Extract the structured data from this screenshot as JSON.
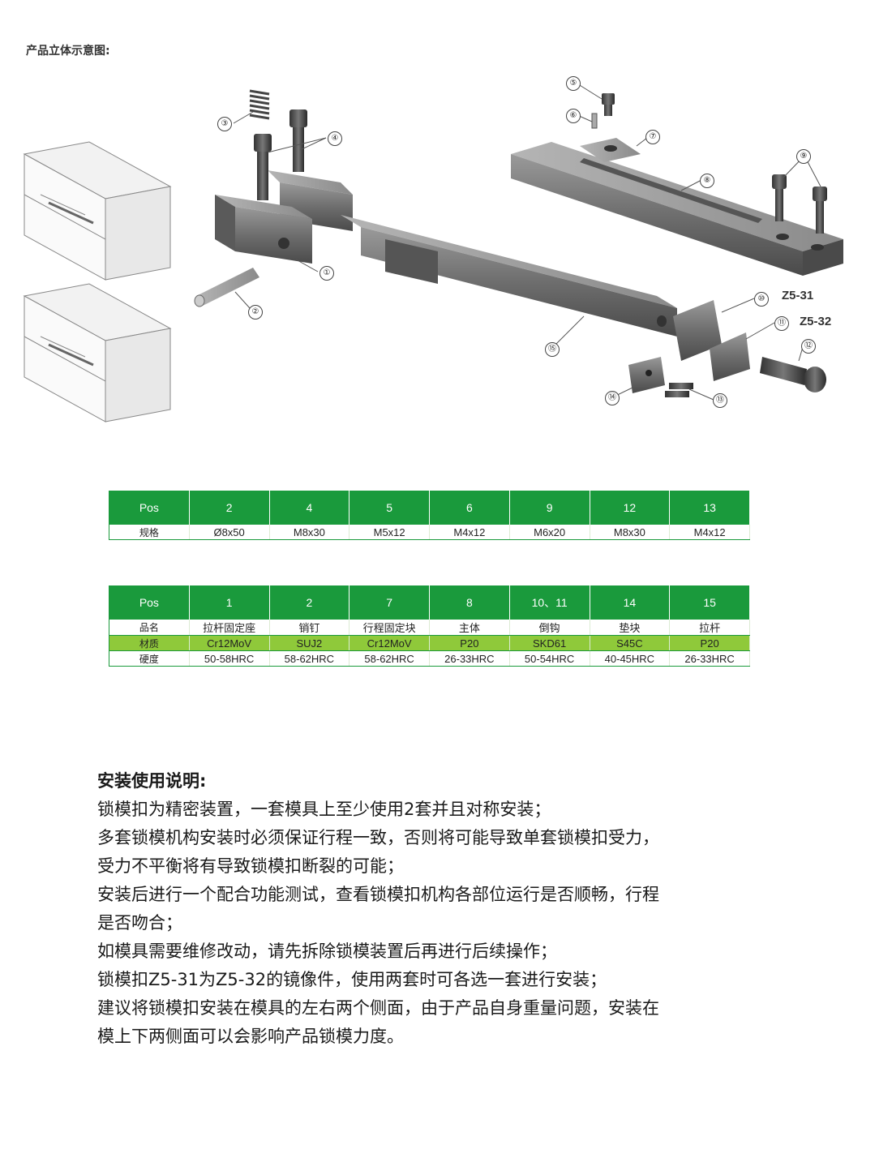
{
  "section_title": "产品立体示意图:",
  "figure": {
    "callouts": [
      "①",
      "②",
      "③",
      "④",
      "⑤",
      "⑥",
      "⑦",
      "⑧",
      "⑨",
      "⑩",
      "⑪",
      "⑫",
      "⑬",
      "⑭",
      "⑮"
    ],
    "model_a": "Z5-31",
    "model_b": "Z5-32"
  },
  "table1": {
    "header": [
      "Pos",
      "2",
      "4",
      "5",
      "6",
      "9",
      "12",
      "13"
    ],
    "rows": [
      [
        "规格",
        "Ø8x50",
        "M8x30",
        "M5x12",
        "M4x12",
        "M6x20",
        "M8x30",
        "M4x12"
      ]
    ]
  },
  "table2": {
    "header": [
      "Pos",
      "1",
      "2",
      "7",
      "8",
      "10、11",
      "14",
      "15"
    ],
    "rows": [
      [
        "品名",
        "拉杆固定座",
        "销钉",
        "行程固定块",
        "主体",
        "倒钩",
        "垫块",
        "拉杆"
      ],
      [
        "材质",
        "Cr12MoV",
        "SUJ2",
        "Cr12MoV",
        "P20",
        "SKD61",
        "S45C",
        "P20"
      ],
      [
        "硬度",
        "50-58HRC",
        "58-62HRC",
        "58-62HRC",
        "26-33HRC",
        "50-54HRC",
        "40-45HRC",
        "26-33HRC"
      ]
    ]
  },
  "instructions": {
    "title": "安装使用说明:",
    "lines": [
      "锁模扣为精密装置，一套模具上至少使用2套并且对称安装；",
      "多套锁模机构安装时必须保证行程一致，否则将可能导致单套锁模扣受力，",
      "受力不平衡将有导致锁模扣断裂的可能；",
      "安装后进行一个配合功能测试，查看锁模扣机构各部位运行是否顺畅，行程",
      "是否吻合；",
      "如模具需要维修改动，请先拆除锁模装置后再进行后续操作；",
      "锁模扣Z5-31为Z5-32的镜像件，使用两套时可各选一套进行安装；",
      "建议将锁模扣安装在模具的左右两个侧面，由于产品自身重量问题，安装在",
      "模上下两侧面可以会影响产品锁模力度。"
    ]
  }
}
